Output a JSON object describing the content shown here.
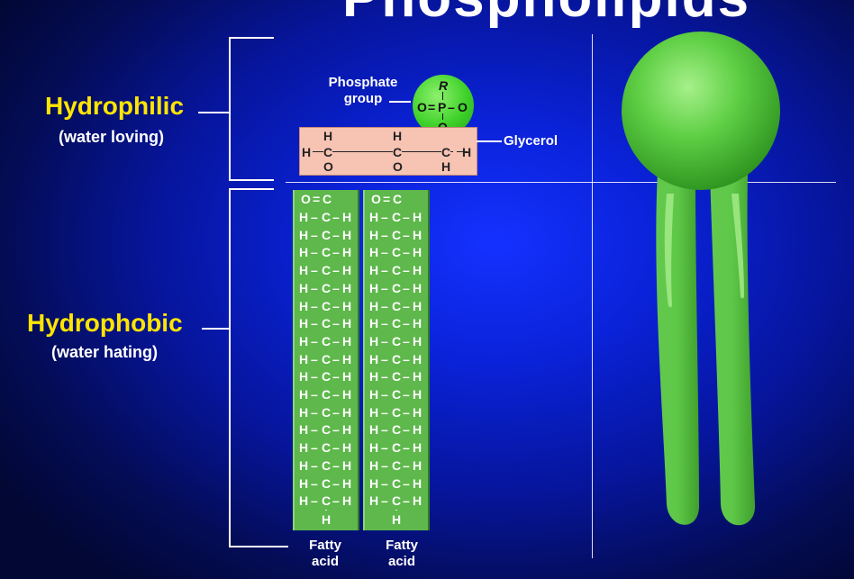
{
  "title": "Phospholipids",
  "hydrophilic": {
    "title": "Hydrophilic",
    "subtitle": "(water loving)"
  },
  "hydrophobic": {
    "title": "Hydrophobic",
    "subtitle": "(water hating)"
  },
  "phosphate_label": {
    "line1": "Phosphate",
    "line2": "group"
  },
  "glycerol_label": "Glycerol",
  "fatty_acid_label": {
    "line1": "Fatty",
    "line2": "acid"
  },
  "phosphate_atoms": {
    "r": "R",
    "o_left": "O",
    "eq": "=",
    "p": "P",
    "o_right": "O",
    "o_bottom": "O",
    "dash": "–"
  },
  "glycerol_atoms": {
    "h": "H",
    "c": "C",
    "o": "O"
  },
  "chain": {
    "top_o": "O",
    "top_eq": "=",
    "top_c": "C",
    "h": "H",
    "c": "C",
    "dash": "–",
    "bottom_h": "H"
  },
  "colors": {
    "background": "#0a22d8",
    "title_yellow": "#ffe500",
    "head_green": "#3fd12a",
    "tail_green": "#5eb84b",
    "glycerol_pink": "#f7c3b3"
  },
  "icons": {
    "model": "phospholipid-model-icon"
  }
}
